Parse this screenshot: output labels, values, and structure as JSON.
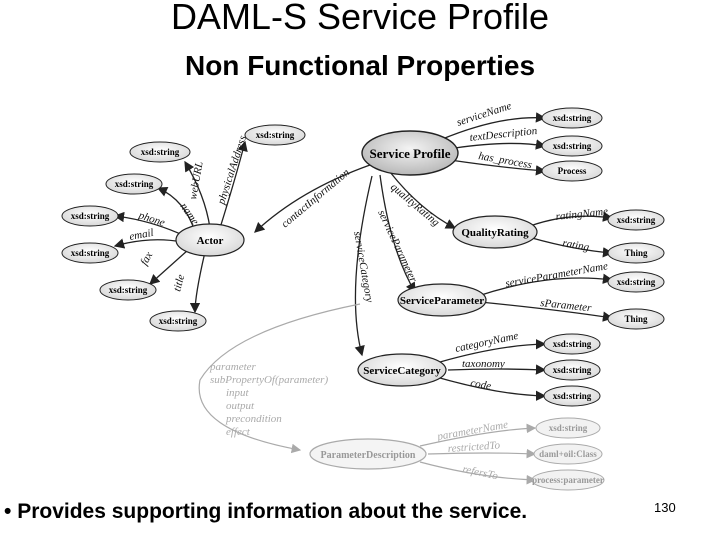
{
  "slide": {
    "title": "DAML-S Service Profile",
    "subtitle": "Non Functional Properties",
    "bullet": "Provides supporting information about the service.",
    "bullet_marker": "•",
    "page_number": "130"
  },
  "diagram": {
    "nodes": {
      "service_profile": "Service Profile",
      "actor": "Actor",
      "quality_rating": "QualityRating",
      "service_parameter": "ServiceParameter",
      "service_category": "ServiceCategory",
      "parameter_description": "ParameterDescription",
      "process": "Process",
      "thing1": "Thing",
      "thing2": "Thing",
      "daml_oil_class": "daml+oil:Class",
      "process_parameter": "process:parameter",
      "xsd": "xsd:string"
    },
    "edges": {
      "service_name": "serviceName",
      "text_description": "textDescription",
      "has_process": "has_process",
      "contact_information": "contactInformation",
      "quality_rating": "qualityRating",
      "service_parameter": "serviceParameter",
      "service_category": "serviceCategory",
      "physical_address": "physicalAddress",
      "web_url": "webURL",
      "name": "name",
      "phone": "phone",
      "email": "email",
      "fax": "fax",
      "title": "title",
      "rating_name": "ratingName",
      "rating": "rating",
      "service_parameter_name": "serviceParameterName",
      "s_parameter": "sParameter",
      "category_name": "categoryName",
      "taxonomy": "taxonomy",
      "code": "code",
      "parameter_name": "parameterName",
      "restricted_to": "restrictedTo",
      "refers_to": "refersTo"
    },
    "note_lines": [
      "parameter",
      "subPropertyOf(parameter)",
      "input",
      "output",
      "precondition",
      "effect"
    ]
  }
}
